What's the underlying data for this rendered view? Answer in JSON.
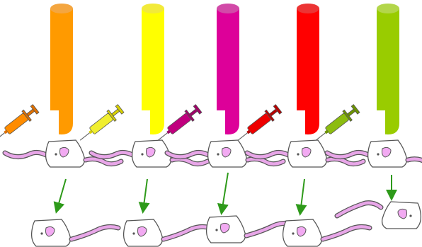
{
  "colors": {
    "outline": "#555555",
    "tail": "#e8a6e8",
    "ear": "#f2aaf2",
    "arrow": "#2e9a1a",
    "needle": "#666666"
  },
  "groups": [
    {
      "id": "orange",
      "color": "#ff9a00",
      "tube_top": "#f4a640",
      "syringe": "#ff8c00",
      "plunger": "#e07000"
    },
    {
      "id": "yellow",
      "color": "#ffff00",
      "tube_top": "#f2ea3a",
      "syringe": "#f0ee30",
      "plunger": "#d8d000"
    },
    {
      "id": "magenta",
      "color": "#dd0099",
      "tube_top": "#d24aa8",
      "syringe": "#c0007e",
      "plunger": "#a00068"
    },
    {
      "id": "red",
      "color": "#ff0000",
      "tube_top": "#ec3434",
      "syringe": "#ee0000",
      "plunger": "#b80000"
    },
    {
      "id": "green",
      "color": "#99cc00",
      "tube_top": "#b3d64a",
      "syringe": "#8cbc10",
      "plunger": "#6c9400"
    }
  ]
}
